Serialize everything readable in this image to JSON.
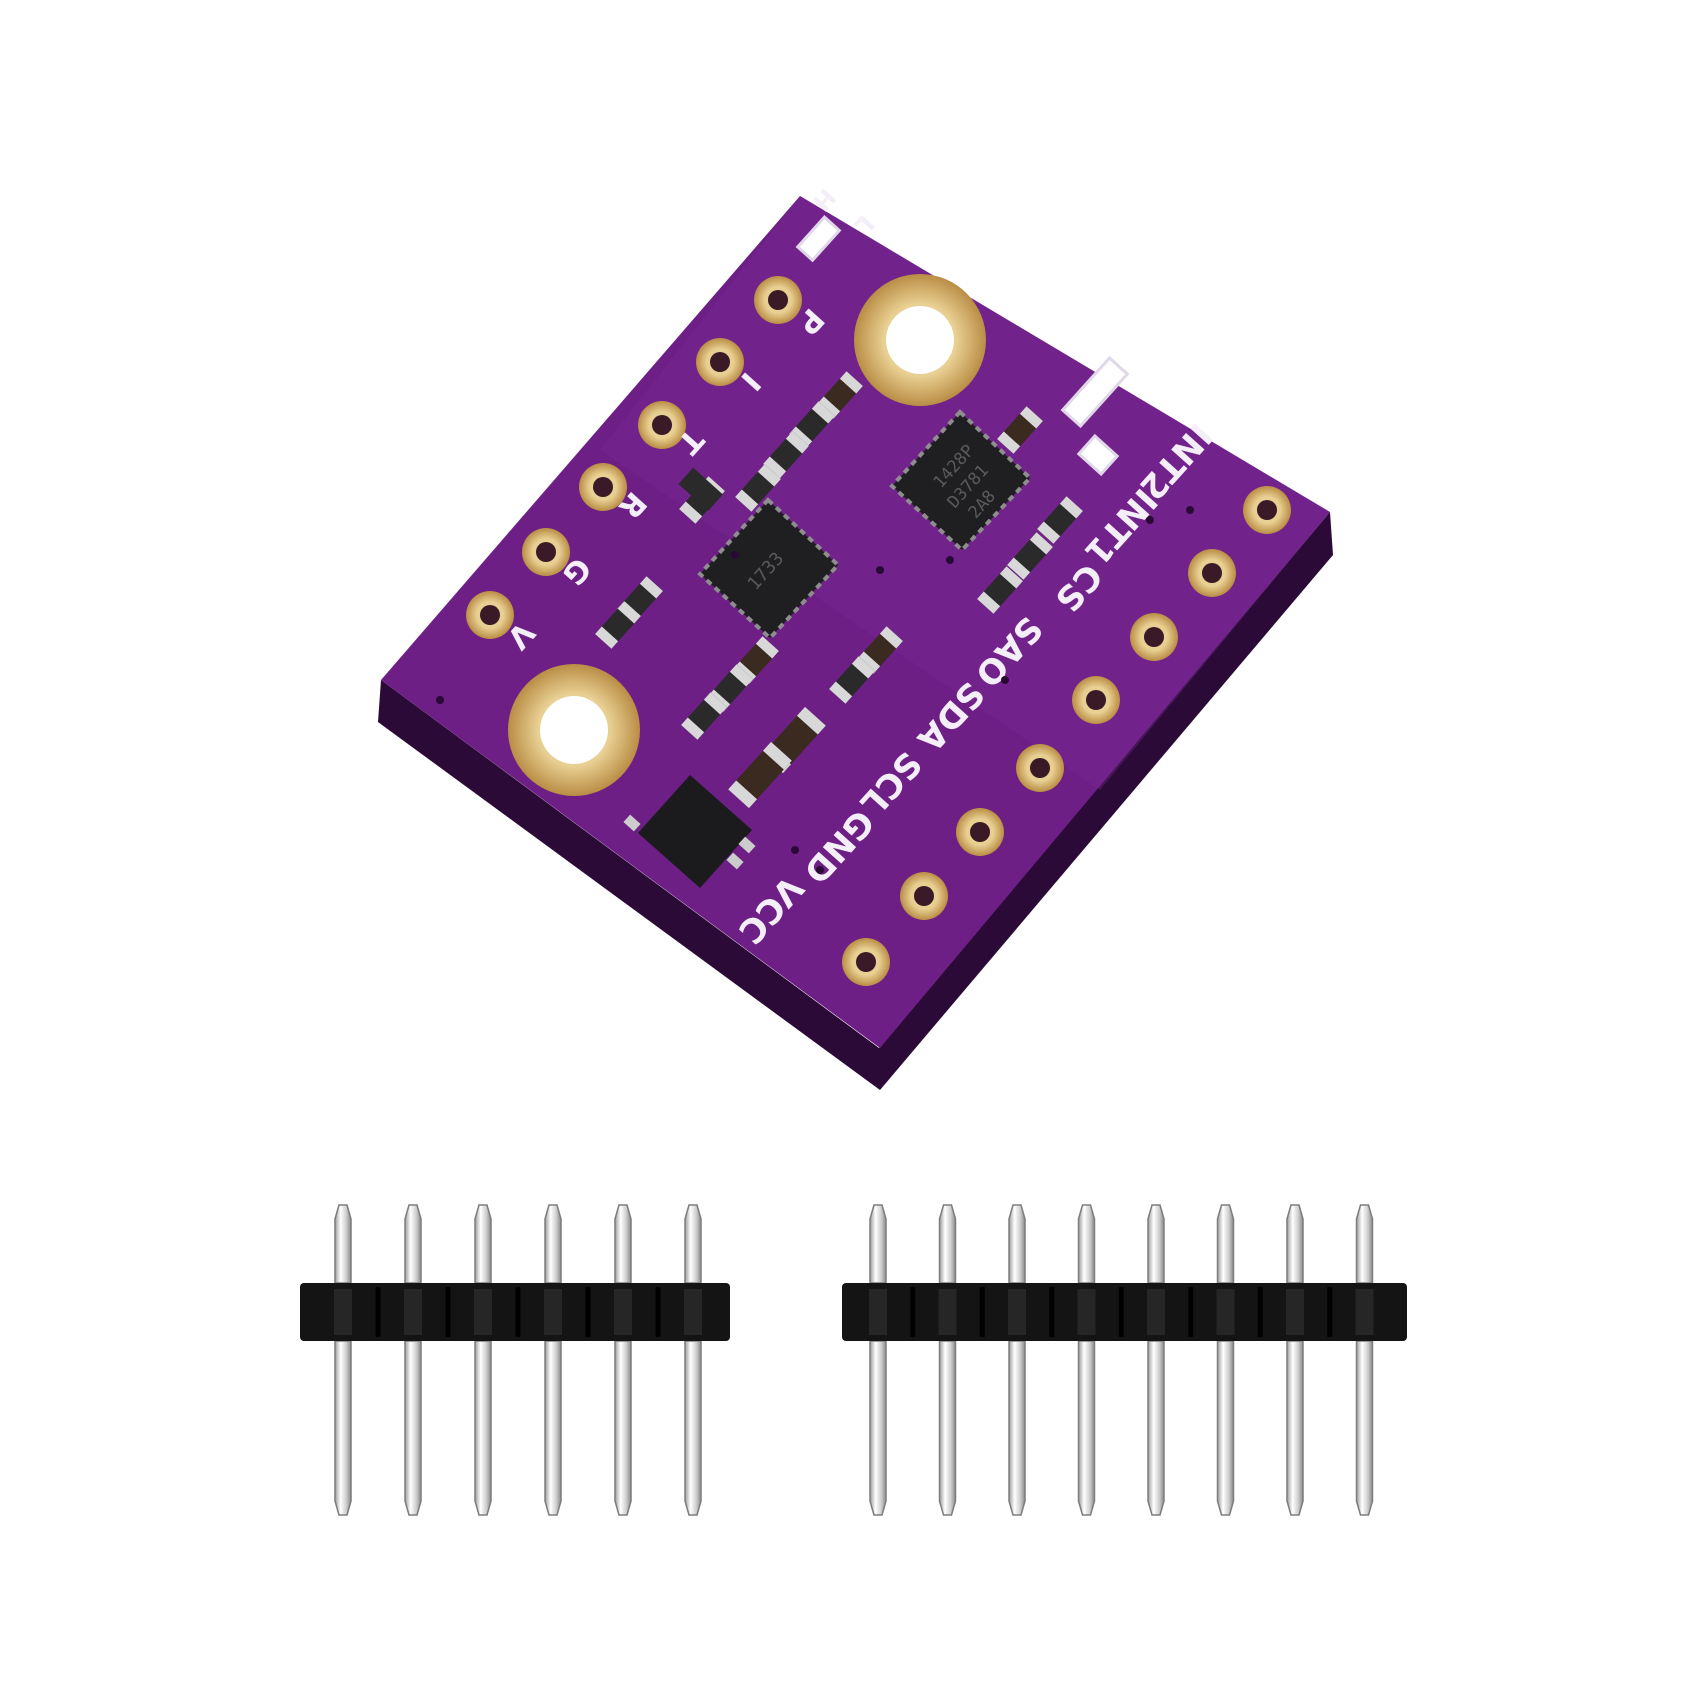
{
  "board": {
    "colors": {
      "pcb": "#6d1f86",
      "pcb_edge": "#3f0f52",
      "pad_gold": "#caa25a",
      "silk": "#f4eef8"
    },
    "pin_labels_right": [
      "INT2",
      "INT1",
      "CS",
      "SAO",
      "SDA",
      "SCL",
      "GND",
      "VCC"
    ],
    "pin_labels_left": [
      "P",
      "I",
      "T",
      "R",
      "G",
      "V"
    ],
    "jumper_labels": [
      "H",
      "L"
    ],
    "chip_markings": [
      "1428P",
      "D3781",
      "2A8",
      "1733"
    ]
  },
  "headers": {
    "left_pin_count": 6,
    "right_pin_count": 8,
    "colors": {
      "housing": "#141414",
      "pin": "#d9d9d9"
    }
  }
}
